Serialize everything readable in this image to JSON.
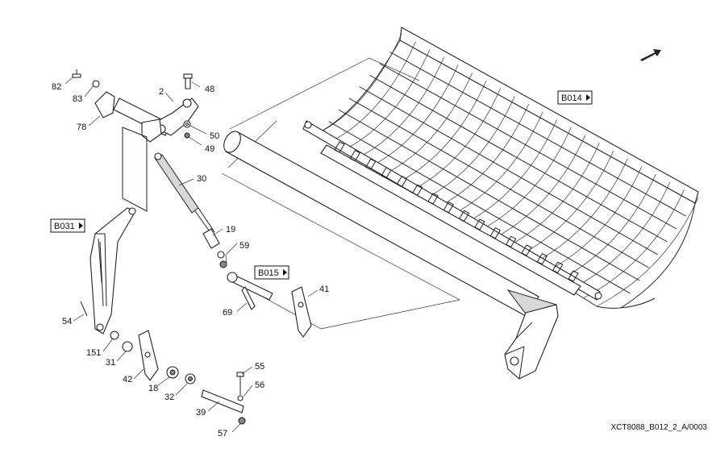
{
  "callouts": [
    "82",
    "83",
    "78",
    "2",
    "48",
    "50",
    "49",
    "30",
    "19",
    "59",
    "69",
    "41",
    "54",
    "151",
    "31",
    "42",
    "18",
    "32",
    "55",
    "56",
    "39",
    "57"
  ],
  "refs": [
    "B014",
    "B031",
    "B015"
  ],
  "doc_code": "XCT8088_B012_2_A/0003"
}
